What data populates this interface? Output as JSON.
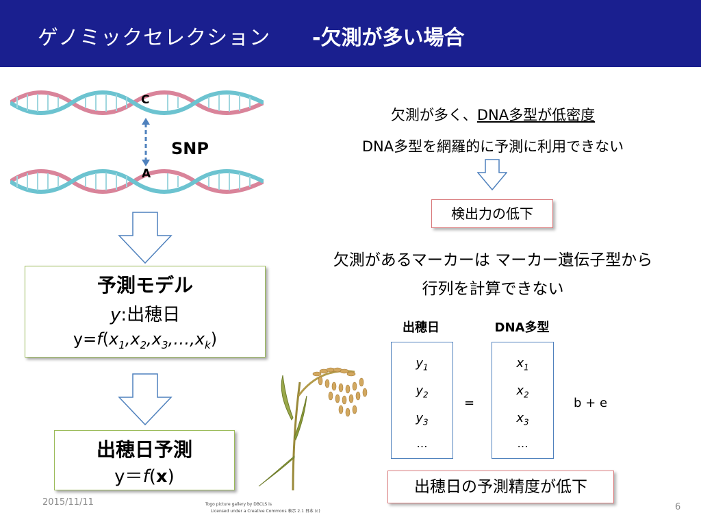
{
  "header": {
    "title": "ゲノミックセレクション",
    "subtitle": "-欠測が多い場合"
  },
  "dna": {
    "top_base": "C",
    "bottom_base": "A",
    "snp_label": "SNP"
  },
  "model_box": {
    "heading": "予測モデル",
    "y_def_var": "y",
    "y_def_text": ":出穂日",
    "eq_prefix": "y=",
    "eq_f": "f",
    "eq_args": [
      "x",
      "1",
      ",x",
      "2",
      ",x",
      "3",
      ",…,x",
      "k",
      ")"
    ]
  },
  "predict_box": {
    "heading": "出穂日予測",
    "eq": "y＝",
    "eq_f": "f",
    "eq_open": "(",
    "eq_x": "x",
    "eq_close": ")"
  },
  "right": {
    "line1_a": "欠測が多く、",
    "line1_b": "DNA多型が低密度",
    "line2": "DNA多型を網羅的に予測に利用できない",
    "reduce_label": "検出力の低下",
    "line3": "欠測があるマーカーは マーカー遺伝子型から",
    "line4": "行列を計算できない",
    "col_heading_left": "出穂日",
    "col_heading_right": "DNA多型",
    "y_vals": [
      {
        "v": "y",
        "s": "1"
      },
      {
        "v": "y",
        "s": "2"
      },
      {
        "v": "y",
        "s": "3"
      }
    ],
    "x_vals": [
      {
        "v": "x",
        "s": "1"
      },
      {
        "v": "x",
        "s": "2"
      },
      {
        "v": "x",
        "s": "3"
      }
    ],
    "ellipsis": "…",
    "equals": "=",
    "be": "b + e",
    "bottom_label": "出穂日の予測精度が低下"
  },
  "footer": {
    "date": "2015/11/11",
    "credit_line1": "Togo picture gallery by DBCLS is",
    "credit_line2": "Licensed under a Creative Commons 表示 2.1 日本 (c)",
    "page": "6"
  },
  "colors": {
    "title_bg": "#1a1f8f",
    "box_border_green": "#9bbb59",
    "box_border_red": "#d9787a",
    "box_border_blue": "#4f81bd",
    "arrow_fill": "#ffffff",
    "arrow_stroke": "#4f81bd"
  }
}
